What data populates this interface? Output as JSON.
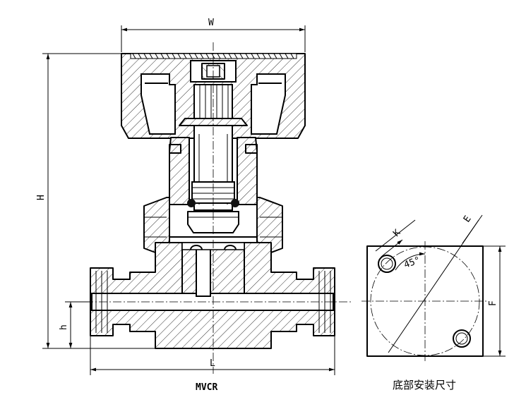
{
  "drawing": {
    "main_view": {
      "caption": "MVCR",
      "dimensions": {
        "width": "W",
        "height": "H",
        "centerline_height": "h",
        "length": "L"
      }
    },
    "mounting_view": {
      "caption": "底部安装尺寸",
      "dimensions": {
        "hole_diameter": "K",
        "diagonal": "E",
        "side": "F",
        "angle": "45°"
      }
    }
  }
}
